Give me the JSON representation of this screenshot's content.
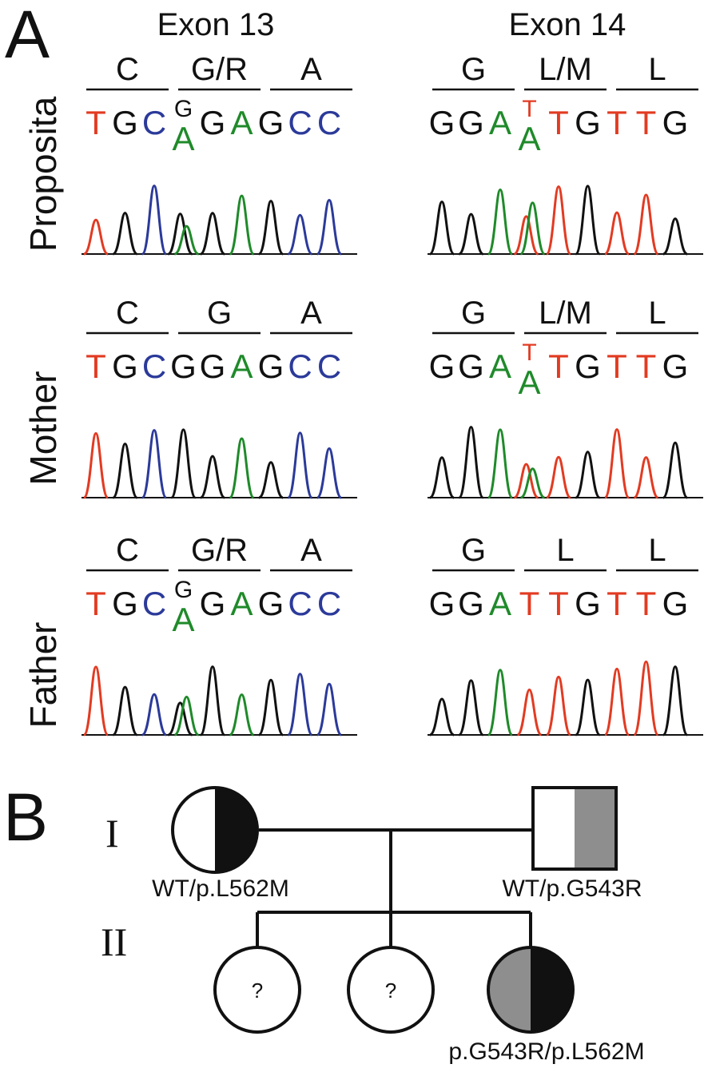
{
  "colors": {
    "T": "#e23b22",
    "G": "#111111",
    "C": "#2b3a9a",
    "A": "#1f8a2a",
    "grey": "#8e8e8e"
  },
  "panel_a": {
    "letter": "A",
    "exon13": "Exon 13",
    "exon14": "Exon 14",
    "rows": [
      {
        "label": "Proposita",
        "ex13": {
          "codons": [
            "C",
            "G/R",
            "A"
          ],
          "seq": [
            "T",
            "G",
            "C",
            "G/A",
            "G",
            "A",
            "G",
            "C",
            "C"
          ]
        },
        "ex14": {
          "codons": [
            "G",
            "L/M",
            "L"
          ],
          "seq": [
            "G",
            "G",
            "A",
            "T/A",
            "T",
            "G",
            "T",
            "T",
            "G"
          ]
        }
      },
      {
        "label": "Mother",
        "ex13": {
          "codons": [
            "C",
            "G",
            "A"
          ],
          "seq": [
            "T",
            "G",
            "C",
            "G",
            "G",
            "A",
            "G",
            "C",
            "C"
          ]
        },
        "ex14": {
          "codons": [
            "G",
            "L/M",
            "L"
          ],
          "seq": [
            "G",
            "G",
            "A",
            "T/A",
            "T",
            "G",
            "T",
            "T",
            "G"
          ]
        }
      },
      {
        "label": "Father",
        "ex13": {
          "codons": [
            "C",
            "G/R",
            "A"
          ],
          "seq": [
            "T",
            "G",
            "C",
            "G/A",
            "G",
            "A",
            "G",
            "C",
            "C"
          ]
        },
        "ex14": {
          "codons": [
            "G",
            "L",
            "L"
          ],
          "seq": [
            "G",
            "G",
            "A",
            "T",
            "T",
            "G",
            "T",
            "T",
            "G"
          ]
        }
      }
    ]
  },
  "panel_b": {
    "letter": "B",
    "generations": [
      "I",
      "II"
    ],
    "mother_genotype": "WT/p.L562M",
    "father_genotype": "WT/p.G543R",
    "child_unknown": "?",
    "proposita_genotype": "p.G543R/p.L562M"
  }
}
